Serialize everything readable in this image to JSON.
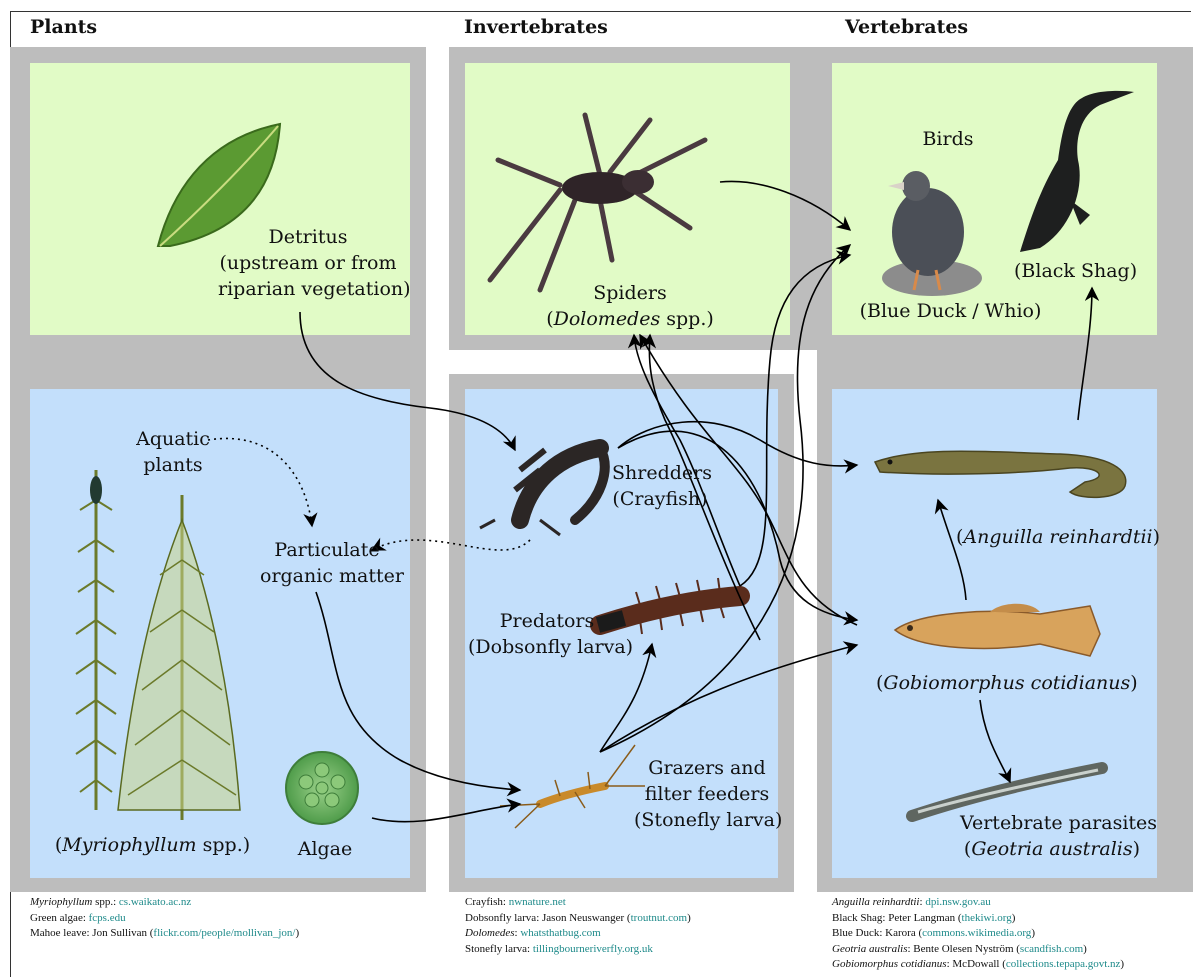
{
  "columns": {
    "plants": "Plants",
    "invertebrates": "Invertebrates",
    "vertebrates": "Vertebrates"
  },
  "labels": {
    "detritus": [
      "Detritus",
      "(upstream or from",
      "riparian vegetation)"
    ],
    "spiders_1": "Spiders",
    "spiders_name": "Dolomedes",
    "spiders_suffix": " spp.)",
    "birds": "Birds",
    "blue_duck": "(Blue Duck / Whio)",
    "black_shag": "(Black Shag)",
    "aquatic_plants": [
      "Aquatic",
      "plants"
    ],
    "pom": [
      "Particulate",
      "organic matter"
    ],
    "myrio_name": "Myriophyllum",
    "myrio_suffix": " spp.)",
    "algae": "Algae",
    "shredders": [
      "Shredders",
      "(Crayfish)"
    ],
    "predators": [
      "Predators",
      "(Dobsonfly larva)"
    ],
    "grazers": [
      "Grazers and",
      "filter feeders",
      "(Stonefly larva)"
    ],
    "anguilla": "Anguilla reinhardtii",
    "gobiomorphus": "Gobiomorphus cotidianus",
    "parasites": "Vertebrate parasites",
    "geotria": "Geotria australis"
  },
  "credits": {
    "plants": [
      {
        "name": "Myriophyllum",
        "italic": true,
        "sep": " spp.: ",
        "link": "cs.waikato.ac.nz",
        "after": ""
      },
      {
        "name": "Green algae",
        "italic": false,
        "sep": ": ",
        "link": "fcps.edu",
        "after": ""
      },
      {
        "name": "Mahoe leave",
        "italic": false,
        "sep": ": Jon Sullivan (",
        "link": "flickr.com/people/mollivan_jon/",
        "after": ")"
      }
    ],
    "invertebrates": [
      {
        "name": "Crayfish",
        "italic": false,
        "sep": ": ",
        "link": "nwnature.net",
        "after": ""
      },
      {
        "name": "Dobsonfly larva",
        "italic": false,
        "sep": ": Jason Neuswanger (",
        "link": "troutnut.com",
        "after": ")"
      },
      {
        "name": "Dolomedes",
        "italic": true,
        "sep": ": ",
        "link": "whatsthatbug.com",
        "after": ""
      },
      {
        "name": "Stonefly larva",
        "italic": false,
        "sep": ": ",
        "link": "tillingbourneriverfly.org.uk",
        "after": ""
      }
    ],
    "vertebrates": [
      {
        "name": "Anguilla reinhardtii",
        "italic": true,
        "sep": ": ",
        "link": "dpi.nsw.gov.au",
        "after": ""
      },
      {
        "name": "Black Shag",
        "italic": false,
        "sep": ": Peter Langman (",
        "link": "thekiwi.org",
        "after": ")"
      },
      {
        "name": "Blue Duck",
        "italic": false,
        "sep": ": Karora (",
        "link": "commons.wikimedia.org",
        "after": ")"
      },
      {
        "name": "Geotria australis",
        "italic": true,
        "sep": ": Bente Olesen Nyström (",
        "link": "scandfish.com",
        "after": ")"
      },
      {
        "name": "Gobiomorphus cotidianus",
        "italic": true,
        "sep": ": McDowall (",
        "link": "collections.tepapa.govt.nz",
        "after": ")"
      }
    ]
  },
  "colors": {
    "green_panel": "#e1fbc6",
    "blue_panel": "#c3dffb",
    "gray_border": "#bdbdbd",
    "link": "#1e8a8a"
  },
  "icons": [
    "leaf-icon",
    "spider-icon",
    "blue-duck-icon",
    "black-shag-icon",
    "crayfish-icon",
    "dobsonfly-larva-icon",
    "stonefly-larva-icon",
    "eel-icon",
    "bully-fish-icon",
    "lamprey-icon",
    "myriophyllum-icon",
    "algae-icon"
  ]
}
